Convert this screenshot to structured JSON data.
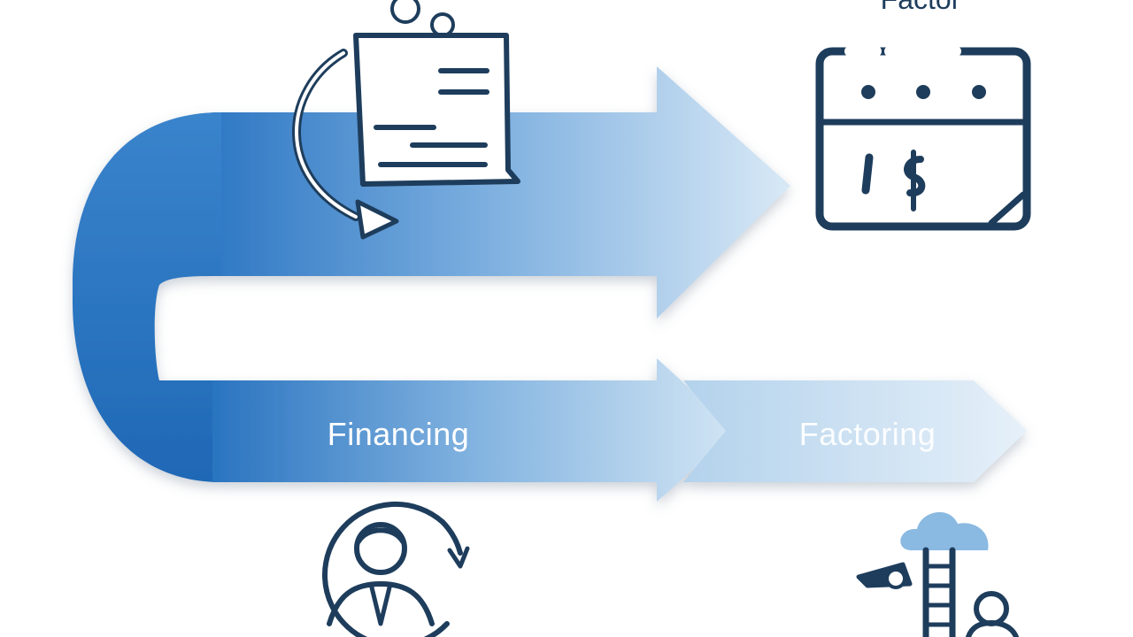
{
  "diagram": {
    "labels": {
      "top_right": "Factor",
      "financing": "Financing",
      "factoring": "Factoring"
    },
    "icons": [
      "document-icon",
      "circular-arrow-icon",
      "calendar-dollar-icon",
      "businessman-cycle-icon",
      "cloud-ladder-icon"
    ],
    "colors": {
      "arrow_dark": "#2a74c0",
      "arrow_light": "#dcebf6",
      "icon_stroke": "#1e3d5c",
      "cloud": "#8ab9e2"
    }
  }
}
